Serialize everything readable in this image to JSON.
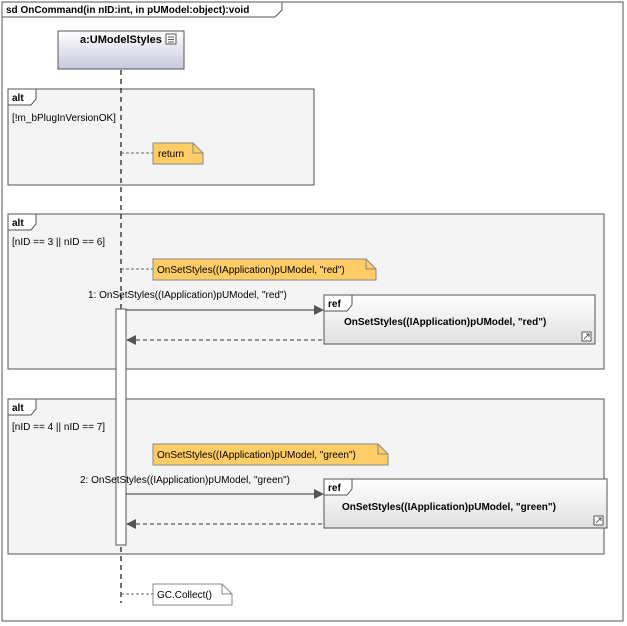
{
  "frame": {
    "title": "sd OnCommand(in nID:int, in pUModel:object):void"
  },
  "lifeline": {
    "name": "a:UModelStyles",
    "icon": "list-icon"
  },
  "fragments": [
    {
      "operator": "alt",
      "guard": "[!m_bPlugInVersionOK]",
      "note": "return"
    },
    {
      "operator": "alt",
      "guard": "[nID == 3 || nID == 6]",
      "note": "OnSetStyles((IApplication)pUModel, \"red\")",
      "message": "1: OnSetStyles((IApplication)pUModel, \"red\")",
      "ref": {
        "keyword": "ref",
        "label": "OnSetStyles((IApplication)pUModel, \"red\")"
      }
    },
    {
      "operator": "alt",
      "guard": "[nID == 4 || nID == 7]",
      "note": "OnSetStyles((IApplication)pUModel, \"green\")",
      "message": "2: OnSetStyles((IApplication)pUModel, \"green\")",
      "ref": {
        "keyword": "ref",
        "label": "OnSetStyles((IApplication)pUModel, \"green\")"
      }
    }
  ],
  "final_note": "GC.Collect()",
  "colors": {
    "note_fill": "#ffcc66",
    "fragment_fill": "#f4f4f4",
    "lifeline_head_top": "#ffffff",
    "lifeline_head_bottom": "#c8c8e0"
  }
}
